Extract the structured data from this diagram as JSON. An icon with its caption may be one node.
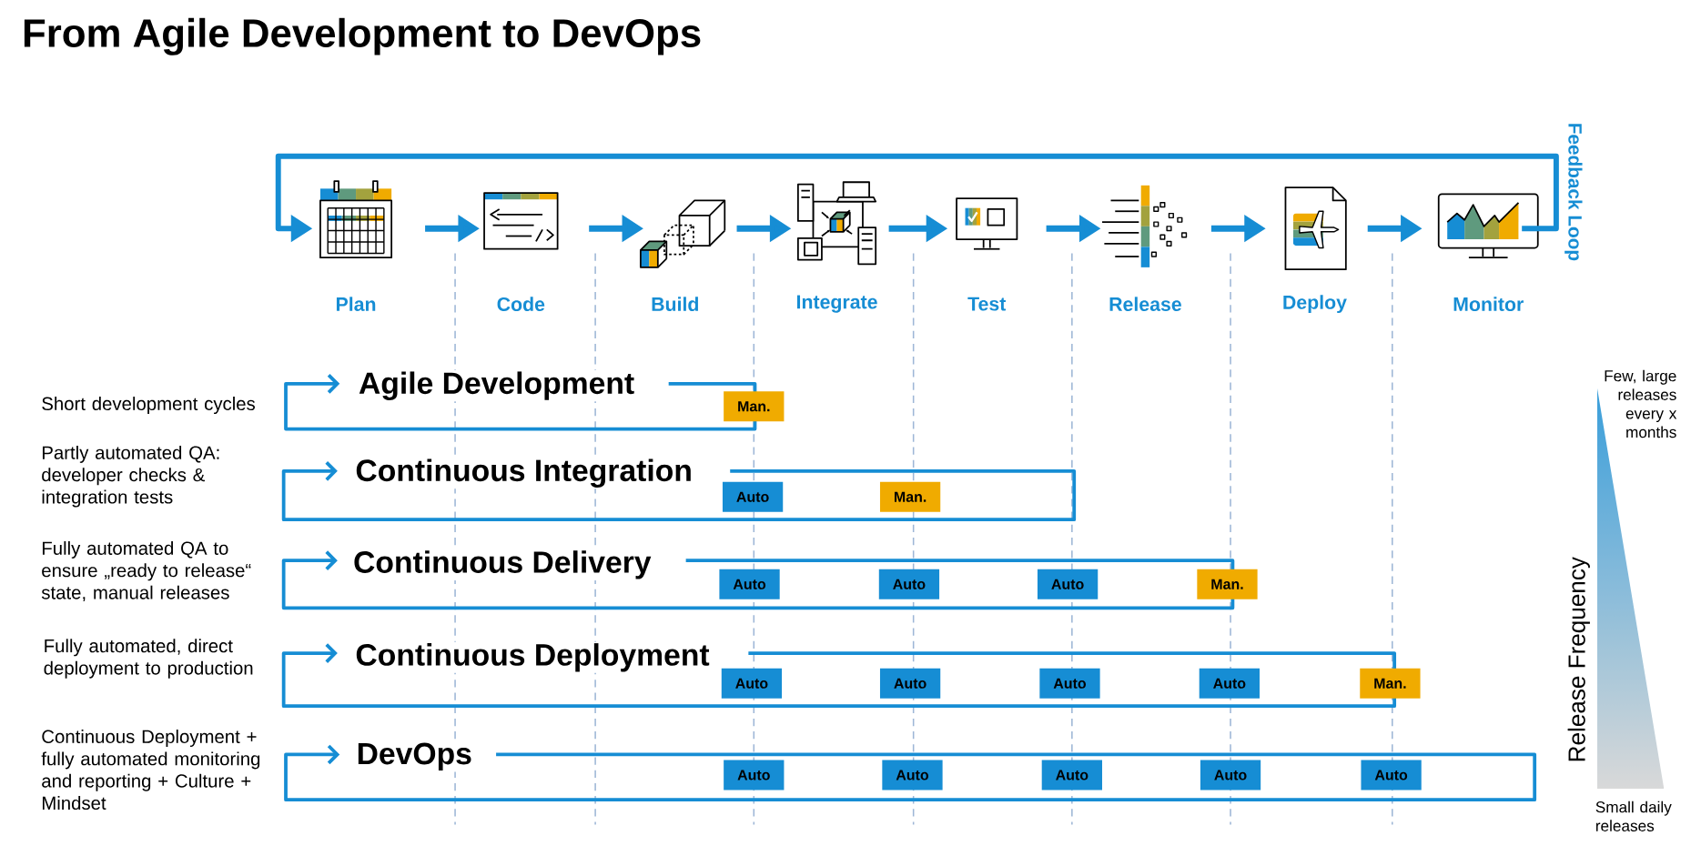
{
  "diagram": {
    "title": "From Agile Development to DevOps",
    "nodes": [
      {
        "text": [
          "Plan"
        ]
      },
      {
        "text": [
          "Code"
        ]
      },
      {
        "text": [
          "Build"
        ]
      },
      {
        "text": [
          "Integrate"
        ]
      },
      {
        "text": [
          "Test"
        ]
      },
      {
        "text": [
          "Release"
        ]
      },
      {
        "text": [
          "Deploy"
        ]
      },
      {
        "text": [
          "Monitor"
        ]
      },
      {
        "text": [
          "Agile Development"
        ]
      },
      {
        "text": [
          "Continuous Integration"
        ]
      },
      {
        "text": [
          "Continuous Delivery"
        ]
      },
      {
        "text": [
          "Continuous Deployment"
        ]
      },
      {
        "text": [
          "DevOps"
        ]
      },
      {
        "text": [
          "Man."
        ]
      },
      {
        "text": [
          "Auto"
        ]
      },
      {
        "text": [
          "Man."
        ]
      },
      {
        "text": [
          "Auto"
        ]
      },
      {
        "text": [
          "Auto"
        ]
      },
      {
        "text": [
          "Auto"
        ]
      },
      {
        "text": [
          "Man."
        ]
      },
      {
        "text": [
          "Auto"
        ]
      },
      {
        "text": [
          "Auto"
        ]
      },
      {
        "text": [
          "Auto"
        ]
      },
      {
        "text": [
          "Auto"
        ]
      },
      {
        "text": [
          "Man."
        ]
      },
      {
        "text": [
          "Auto"
        ]
      },
      {
        "text": [
          "Auto"
        ]
      },
      {
        "text": [
          "Auto"
        ]
      },
      {
        "text": [
          "Auto"
        ]
      },
      {
        "text": [
          "Auto"
        ]
      }
    ],
    "edges": [
      {
        "from": 0,
        "to": 1,
        "arrow": "to"
      },
      {
        "from": 1,
        "to": 2,
        "arrow": "to"
      },
      {
        "from": 2,
        "to": 3,
        "arrow": "to"
      },
      {
        "from": 3,
        "to": 4,
        "arrow": "to"
      },
      {
        "from": 4,
        "to": 5,
        "arrow": "to"
      },
      {
        "from": 5,
        "to": 6,
        "arrow": "to"
      },
      {
        "from": 6,
        "to": 7,
        "arrow": "to"
      },
      {
        "from": 7,
        "to": 0,
        "arrow": "to",
        "label": "Feedback Loop"
      }
    ],
    "labels": [
      "Short development cycles",
      "Partly automated QA: developer checks & integration tests",
      "Fully automated QA to ensure „ready to release“ state, manual releases",
      "Fully automated, direct deployment to production",
      "Continuous Deployment + fully automated monitoring and reporting + Culture + Mindset",
      "Few, large releases every x months",
      "Release Frequency",
      "Small daily releases"
    ]
  }
}
